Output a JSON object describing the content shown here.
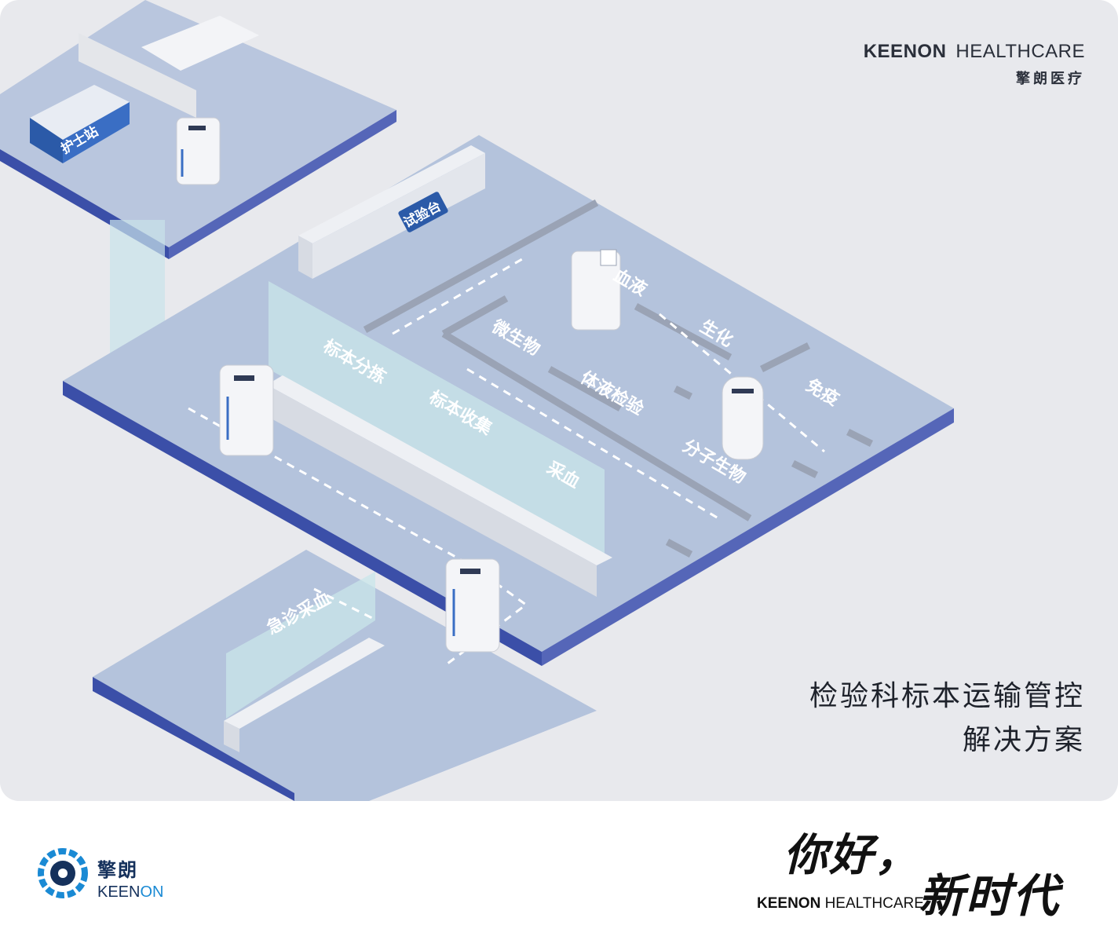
{
  "brand": {
    "name_en_bold": "KEENON",
    "name_en_light": "HEALTHCARE",
    "name_cn": "擎朗医疗"
  },
  "headline": {
    "line1": "检验科标本运输管控",
    "line2": "解决方案"
  },
  "areas": {
    "nurse_station": "护士站",
    "lab_bench": "试验台",
    "sorting": "标本分拣",
    "collection": "标本收集",
    "blood_draw": "采血",
    "microbiology": "微生物",
    "blood_fluid": "血液",
    "biochemistry": "生化",
    "immunology": "免疫",
    "body_fluid": "体液检验",
    "molecular": "分子生物",
    "emergency_blood": "急诊采血"
  },
  "footer": {
    "logo_cn": "擎朗",
    "logo_en_dark": "KEEN",
    "logo_en_accent": "ON",
    "slogan_part1": "你好，",
    "slogan_part2": "新时代",
    "slogan_brand_bold": "KEENON",
    "slogan_brand_light": "HEALTHCARE"
  },
  "colors": {
    "background": "#e8e9ed",
    "floor_top": "#b4c3dc",
    "floor_edge": "#3b4fa8",
    "accent_blue": "#1a8ad4",
    "text_dark": "#1e222b"
  }
}
